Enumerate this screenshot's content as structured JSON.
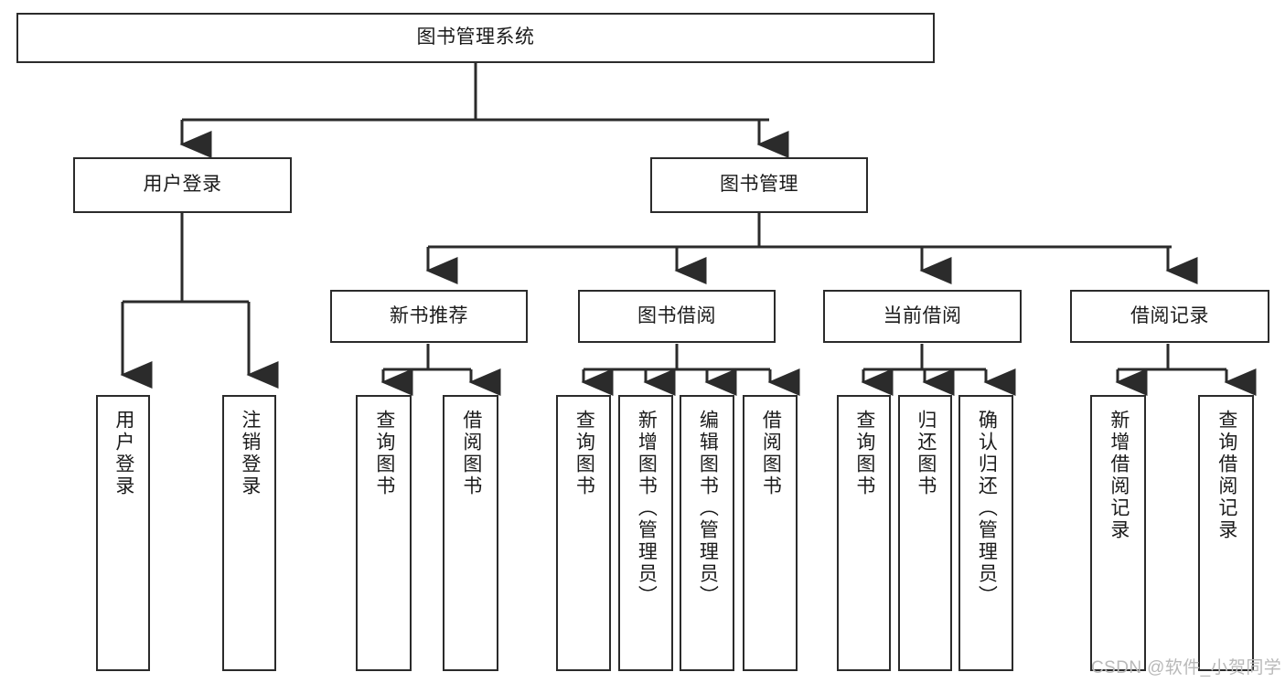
{
  "diagram": {
    "type": "tree",
    "title": "图书管理系统",
    "root": {
      "label": "图书管理系统"
    },
    "level2": [
      {
        "label": "用户登录"
      },
      {
        "label": "图书管理"
      }
    ],
    "level3": [
      {
        "label": "新书推荐"
      },
      {
        "label": "图书借阅"
      },
      {
        "label": "当前借阅"
      },
      {
        "label": "借阅记录"
      }
    ],
    "leaves": {
      "user_login": [
        {
          "label": "用户登录"
        },
        {
          "label": "注销登录"
        }
      ],
      "new_book_recommend": [
        {
          "label": "查询图书"
        },
        {
          "label": "借阅图书"
        }
      ],
      "book_borrow": [
        {
          "label": "查询图书"
        },
        {
          "label": "新增图书（管理员）"
        },
        {
          "label": "编辑图书（管理员）"
        },
        {
          "label": "借阅图书"
        }
      ],
      "current_borrow": [
        {
          "label": "查询图书"
        },
        {
          "label": "归还图书"
        },
        {
          "label": "确认归还（管理员）"
        }
      ],
      "borrow_record": [
        {
          "label": "新增借阅记录"
        },
        {
          "label": "查询借阅记录"
        }
      ]
    }
  },
  "watermark": {
    "text": "CSDN @软件_小贺同学"
  },
  "colors": {
    "stroke": "#2b2b2b",
    "fill": "#ffffff",
    "text": "#1b1b1b",
    "watermark": "#b9b9b9"
  }
}
